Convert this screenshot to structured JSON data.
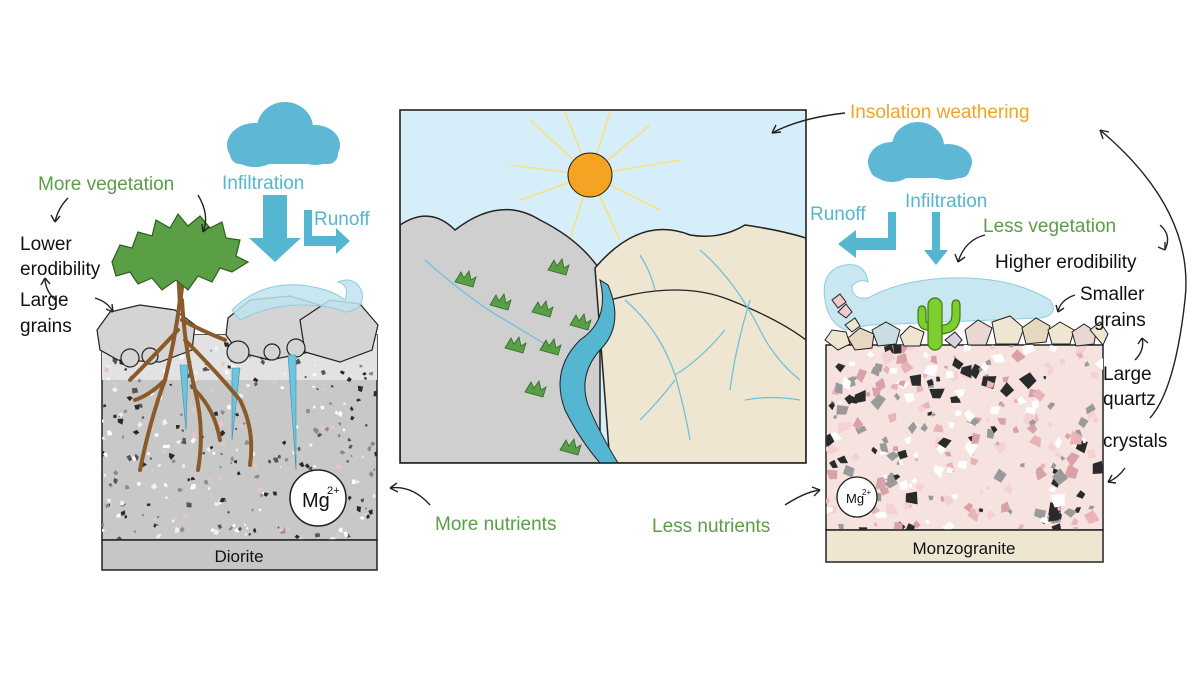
{
  "labels": {
    "insolation": "Insolation weathering",
    "more_vegetation": "More vegetation",
    "less_vegetation": "Less vegetation",
    "infiltration_left": "Infiltration",
    "infiltration_right": "Infiltration",
    "runoff_left": "Runoff",
    "runoff_right": "Runoff",
    "lower_erod_1": "Lower",
    "lower_erod_2": "erodibility",
    "large_grains_1": "Large",
    "large_grains_2": "grains",
    "higher_erod": "Higher erodibility",
    "smaller_grains_1": "Smaller",
    "smaller_grains_2": "grains",
    "quartz_1": "Large",
    "quartz_2": "quartz",
    "quartz_3": "crystals",
    "more_nutrients": "More nutrients",
    "less_nutrients": "Less nutrients",
    "mg_base": "Mg",
    "mg_charge": "2+",
    "diorite": "Diorite",
    "monzogranite": "Monzogranite"
  },
  "colors": {
    "green": "#5a9e46",
    "blue": "#55b6d2",
    "orange": "#f5a323",
    "sky": "#d6eef9",
    "diorite_hill": "#cfcfcf",
    "granite_hill": "#efe6d2",
    "granite_soil": "#f6e3e0",
    "diorite_soil": "#c8c8c8"
  }
}
